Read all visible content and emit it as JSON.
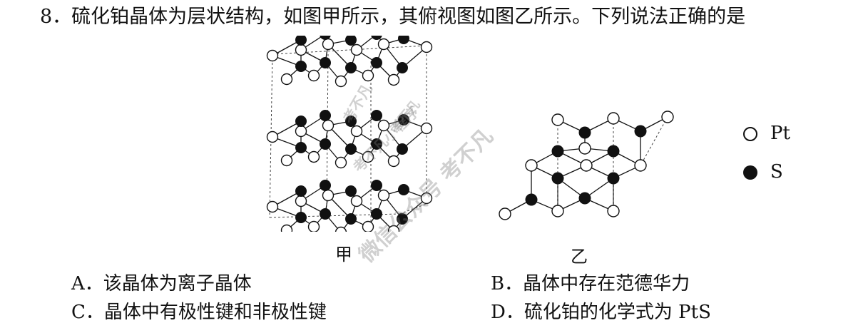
{
  "question": {
    "text": "8．硫化铂晶体为层状结构，如图甲所示，其俯视图如图乙所示。下列说法正确的是"
  },
  "figures": {
    "jia": {
      "caption": "甲"
    },
    "yi": {
      "caption": "乙"
    }
  },
  "legend": {
    "pt": {
      "label": "Pt",
      "icon": "hollow-circle-icon"
    },
    "s": {
      "label": "S",
      "icon": "filled-circle-icon"
    }
  },
  "options": [
    {
      "letter": "A．",
      "text": "该晶体为离子晶体"
    },
    {
      "letter": "B．",
      "text": "晶体中存在范德华力"
    },
    {
      "letter": "C．",
      "text": "晶体中有极性键和非极性键"
    },
    {
      "letter": "D．",
      "text": "硫化铂的化学式为 PtS"
    }
  ],
  "watermarks": {
    "w1": "考不凡",
    "w2": "考不凡",
    "w3": "微信公众号 考不凡",
    "w4": "考不凡小程序"
  }
}
